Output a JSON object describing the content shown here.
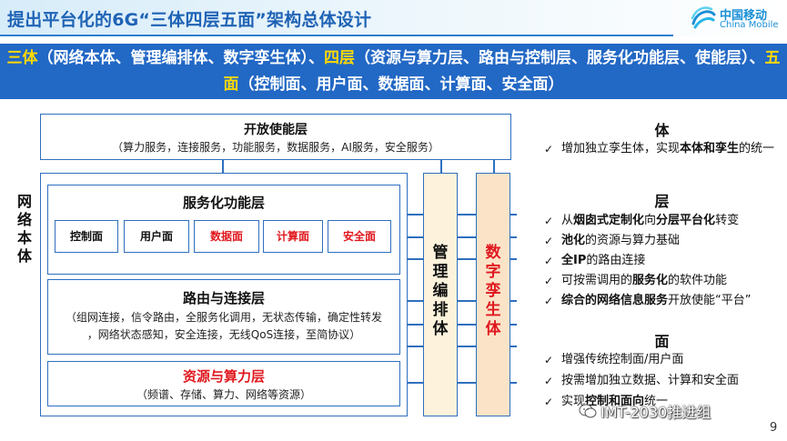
{
  "header": {
    "title": "提出平台化的6G“三体四层五面”架构总体设计",
    "logo_cn": "中国移动",
    "logo_en": "China Mobile"
  },
  "banner": {
    "part1_hl": "三体",
    "part1": "（网络本体、管理编排体、数字孪生体）、",
    "part2_hl": "四层",
    "part2": "（资源与算力层、路由与控制层、服务化功能层、使能层）、",
    "part3_hl": "五面",
    "part3": "（控制面、用户面、数据面、计算面、安全面）"
  },
  "diagram": {
    "open_layer": {
      "title": "开放使能层",
      "subtitle": "（算力服务，连接服务，功能服务，数据服务，AI服务，安全服务）"
    },
    "side_label": [
      "网",
      "络",
      "本",
      "体"
    ],
    "service_layer": {
      "title": "服务化功能层",
      "planes": [
        {
          "label": "控制面",
          "red": false
        },
        {
          "label": "用户面",
          "red": false
        },
        {
          "label": "数据面",
          "red": true
        },
        {
          "label": "计算面",
          "red": true
        },
        {
          "label": "安全面",
          "red": true
        }
      ]
    },
    "routing_layer": {
      "title": "路由与连接层",
      "line1": "（组网连接，信令路由，全服务化调用，无状态传输，确定性转发",
      "line2": "，网络状态感知，安全连接，无线QoS连接，至简协议）"
    },
    "resource_layer": {
      "title": "资源与算力层",
      "subtitle": "（频谱、存储、算力、网络等资源）"
    },
    "mgmt_body": [
      "管",
      "理",
      "编",
      "排",
      "体"
    ],
    "twin_body": [
      "数",
      "字",
      "孪",
      "生",
      "体"
    ]
  },
  "right": {
    "sections": [
      {
        "heading": "体",
        "items": [
          [
            {
              "t": "增加独立孪生体，实现",
              "b": false
            },
            {
              "t": "本体和孪生",
              "b": true
            },
            {
              "t": "的统一",
              "b": false
            }
          ]
        ]
      },
      {
        "heading": "层",
        "items": [
          [
            {
              "t": "从",
              "b": false
            },
            {
              "t": "烟囱式定制化",
              "b": true
            },
            {
              "t": "向",
              "b": false
            },
            {
              "t": "分层平台化",
              "b": true
            },
            {
              "t": "转变",
              "b": false
            }
          ],
          [
            {
              "t": "池化",
              "b": true
            },
            {
              "t": "的资源与算力基础",
              "b": false
            }
          ],
          [
            {
              "t": "全IP",
              "b": true
            },
            {
              "t": "的路由连接",
              "b": false
            }
          ],
          [
            {
              "t": "可按需调用的",
              "b": false
            },
            {
              "t": "服务化",
              "b": true
            },
            {
              "t": "的软件功能",
              "b": false
            }
          ],
          [
            {
              "t": "综合的网络信息服务",
              "b": true
            },
            {
              "t": "开放使能“平台”",
              "b": false
            }
          ]
        ]
      },
      {
        "heading": "面",
        "items": [
          [
            {
              "t": "增强传统控制面/用户面",
              "b": false
            }
          ],
          [
            {
              "t": "按需增加独立数据、计算和安全面",
              "b": false
            }
          ],
          [
            {
              "t": "实现",
              "b": false
            },
            {
              "t": "控制和面向",
              "b": true
            },
            {
              "t": "统一",
              "b": false
            }
          ]
        ]
      }
    ]
  },
  "watermark": "IMT-2030推进组",
  "page_number": "9",
  "colors": {
    "title_blue": "#1f63b5",
    "banner_blue": "#2268c5",
    "highlight_yellow": "#ffd800",
    "accent_red": "#e0181e",
    "line_blue": "#2e6fbf",
    "mgmt_fill": "#fdf3dc",
    "twin_fill": "#fbe3c8"
  }
}
